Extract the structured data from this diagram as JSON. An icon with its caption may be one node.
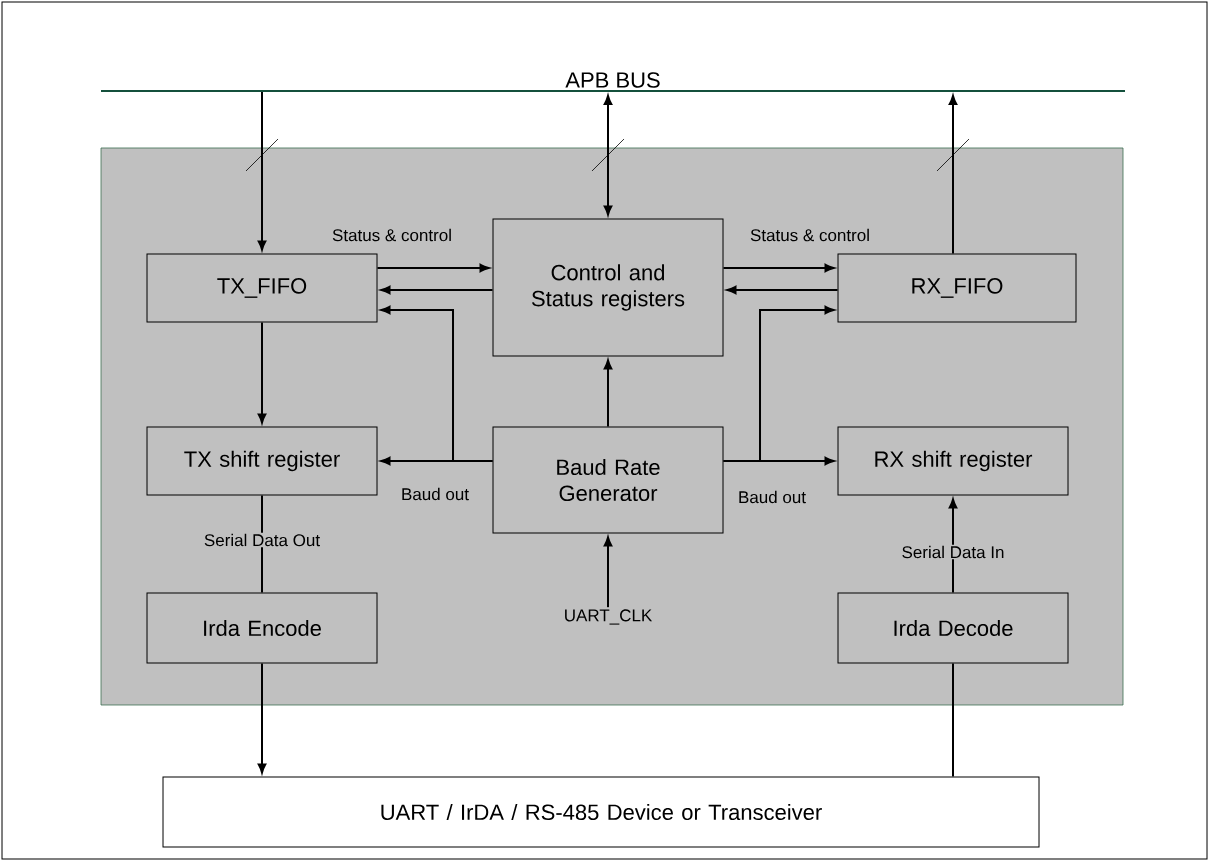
{
  "diagram": {
    "nodes": [
      {
        "text": [
          "APB BUS"
        ]
      },
      {
        "text": [],
        "shape": "box"
      },
      {
        "text": [
          "TX_FIFO"
        ],
        "in": 1
      },
      {
        "text": [
          "Control and Status registers"
        ],
        "in": 1
      },
      {
        "text": [
          "RX_FIFO"
        ],
        "in": 1
      },
      {
        "text": [
          "TX shift register"
        ],
        "in": 1
      },
      {
        "text": [
          "Baud Rate Generator"
        ],
        "in": 1
      },
      {
        "text": [
          "RX shift register"
        ],
        "in": 1
      },
      {
        "text": [
          "Irda Encode"
        ],
        "in": 1
      },
      {
        "text": [
          "UART_CLK"
        ],
        "in": 1
      },
      {
        "text": [
          "Irda Decode"
        ],
        "in": 1
      },
      {
        "text": [
          "UART / IrDA / RS-485 Device or Transceiver"
        ]
      }
    ],
    "edges": [
      {
        "from": 0,
        "to": 2,
        "arrow": "to"
      },
      {
        "from": 0,
        "to": 3,
        "arrow": "both"
      },
      {
        "from": 4,
        "to": 0,
        "arrow": "to"
      },
      {
        "from": 2,
        "to": 3,
        "arrow": "to",
        "label": "Status & control"
      },
      {
        "from": 3,
        "to": 2,
        "arrow": "to"
      },
      {
        "from": 3,
        "to": 4,
        "arrow": "to",
        "label": "Status & control"
      },
      {
        "from": 4,
        "to": 3,
        "arrow": "to"
      },
      {
        "from": 6,
        "to": 5,
        "arrow": "to",
        "label": "Baud out"
      },
      {
        "from": 6,
        "to": 2,
        "arrow": "to"
      },
      {
        "from": 6,
        "to": 7,
        "arrow": "to",
        "label": "Baud out"
      },
      {
        "from": 6,
        "to": 4,
        "arrow": "to"
      },
      {
        "from": 6,
        "to": 3,
        "arrow": "to"
      },
      {
        "from": 2,
        "to": 5,
        "arrow": "to"
      },
      {
        "from": 5,
        "to": 8,
        "arrow": "none",
        "label": "Serial Data Out"
      },
      {
        "from": 10,
        "to": 7,
        "arrow": "to",
        "label": "Serial Data In"
      },
      {
        "from": 8,
        "to": 11,
        "arrow": "to"
      },
      {
        "from": 11,
        "to": 10,
        "arrow": "none"
      },
      {
        "from": 9,
        "to": 6,
        "arrow": "to"
      }
    ]
  }
}
